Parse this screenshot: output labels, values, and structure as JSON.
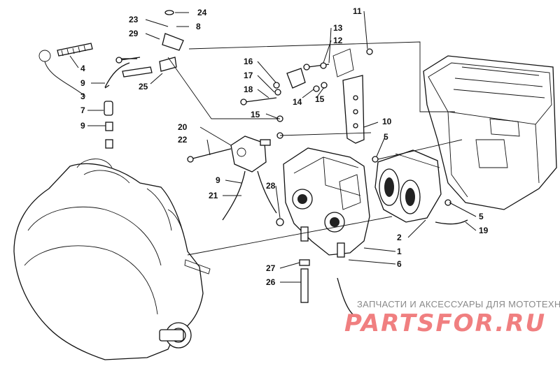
{
  "callouts": [
    {
      "id": "c24",
      "label": "24"
    },
    {
      "id": "c23",
      "label": "23"
    },
    {
      "id": "c8",
      "label": "8"
    },
    {
      "id": "c29",
      "label": "29"
    },
    {
      "id": "c4",
      "label": "4"
    },
    {
      "id": "c9a",
      "label": "9"
    },
    {
      "id": "c25",
      "label": "25"
    },
    {
      "id": "c3",
      "label": "3"
    },
    {
      "id": "c7",
      "label": "7"
    },
    {
      "id": "c9b",
      "label": "9"
    },
    {
      "id": "c11",
      "label": "11"
    },
    {
      "id": "c13",
      "label": "13"
    },
    {
      "id": "c12",
      "label": "12"
    },
    {
      "id": "c16",
      "label": "16"
    },
    {
      "id": "c17",
      "label": "17"
    },
    {
      "id": "c18",
      "label": "18"
    },
    {
      "id": "c14",
      "label": "14"
    },
    {
      "id": "c15a",
      "label": "15"
    },
    {
      "id": "c15b",
      "label": "15"
    },
    {
      "id": "c10",
      "label": "10"
    },
    {
      "id": "c20",
      "label": "20"
    },
    {
      "id": "c22",
      "label": "22"
    },
    {
      "id": "c5a",
      "label": "5"
    },
    {
      "id": "c9c",
      "label": "9"
    },
    {
      "id": "c21",
      "label": "21"
    },
    {
      "id": "c28",
      "label": "28"
    },
    {
      "id": "c5b",
      "label": "5"
    },
    {
      "id": "c19",
      "label": "19"
    },
    {
      "id": "c2",
      "label": "2"
    },
    {
      "id": "c1",
      "label": "1"
    },
    {
      "id": "c27",
      "label": "27"
    },
    {
      "id": "c6",
      "label": "6"
    },
    {
      "id": "c26",
      "label": "26"
    }
  ],
  "watermark": {
    "tagline": "ЗАПЧАСТИ И АКСЕССУАРЫ ДЛЯ МОТОТЕХНИКИ",
    "logo": "PARTSFOR.RU",
    "color": "#f07f80"
  }
}
